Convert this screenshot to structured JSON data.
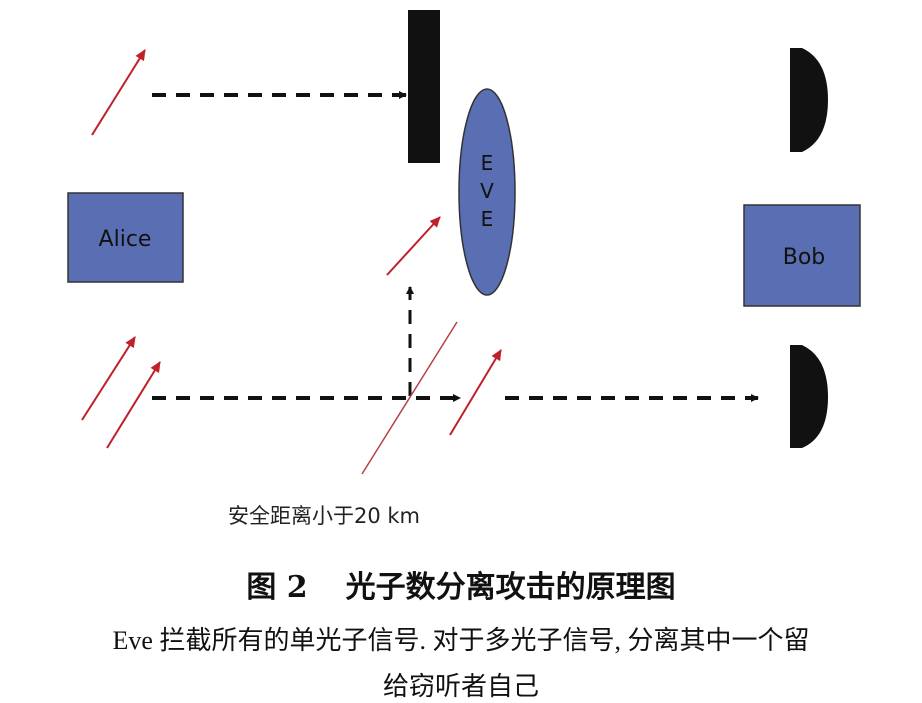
{
  "diagram": {
    "alice_label": "Alice",
    "bob_label": "Bob",
    "eve_letters": [
      "E",
      "V",
      "E"
    ],
    "distance_label": "安全距离小于20 km",
    "colors": {
      "box_fill": "#5a6fb3",
      "photon": "#c0202a",
      "blocker": "#111111"
    }
  },
  "caption": {
    "figure_number": "图 2",
    "title": "光子数分离攻击的原理图",
    "description_line1": "Eve 拦截所有的单光子信号. 对于多光子信号, 分离其中一个留",
    "description_line2": "给窃听者自己"
  }
}
